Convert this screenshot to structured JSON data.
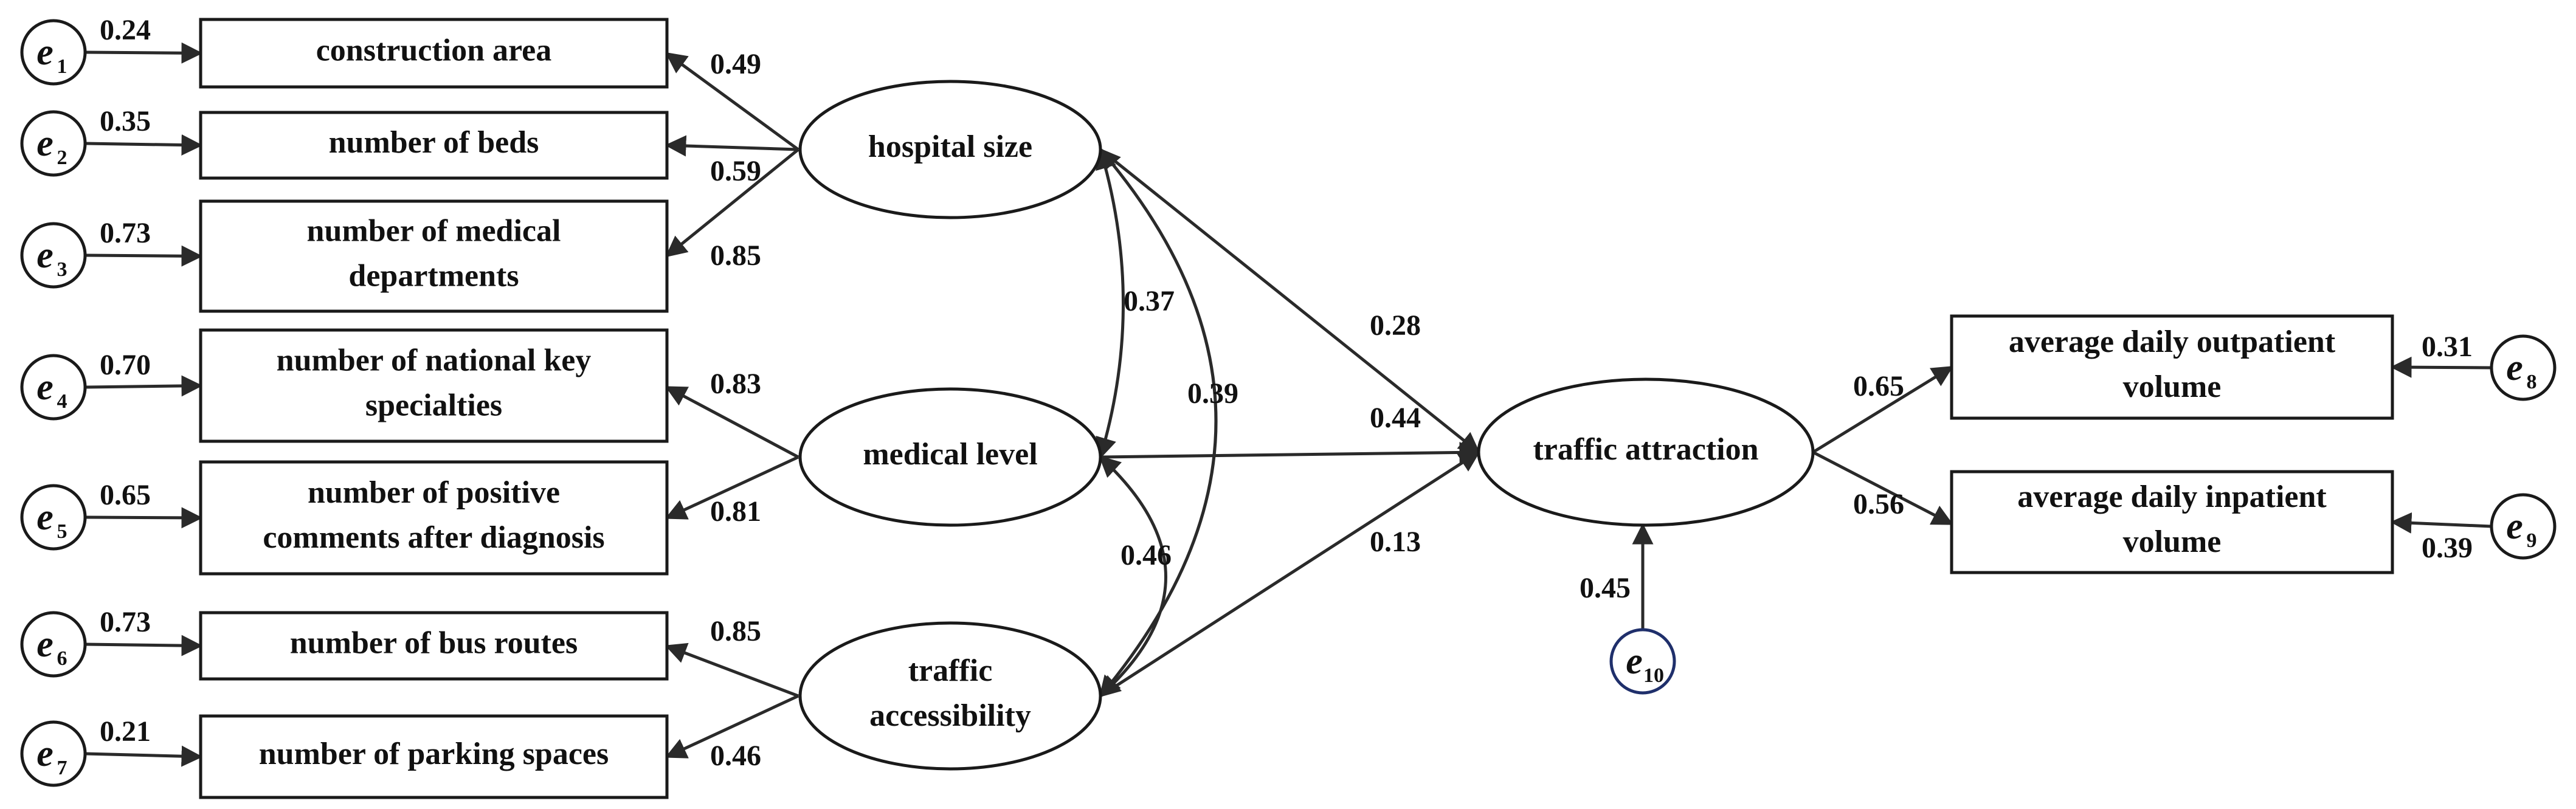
{
  "observed": [
    {
      "id": "construction_area",
      "lines": [
        "construction area"
      ]
    },
    {
      "id": "number_of_beds",
      "lines": [
        "number of beds"
      ]
    },
    {
      "id": "medical_departments",
      "lines": [
        "number of medical",
        "departments"
      ]
    },
    {
      "id": "key_specialties",
      "lines": [
        "number of national key",
        "specialties"
      ]
    },
    {
      "id": "positive_comments",
      "lines": [
        "number of positive",
        "comments after diagnosis"
      ]
    },
    {
      "id": "bus_routes",
      "lines": [
        "number of bus routes"
      ]
    },
    {
      "id": "parking_spaces",
      "lines": [
        "number of parking spaces"
      ]
    },
    {
      "id": "outpatient_volume",
      "lines": [
        "average daily outpatient",
        "volume"
      ]
    },
    {
      "id": "inpatient_volume",
      "lines": [
        "average daily inpatient",
        "volume"
      ]
    }
  ],
  "latent": [
    {
      "id": "hospital_size",
      "lines": [
        "hospital size"
      ]
    },
    {
      "id": "medical_level",
      "lines": [
        "medical level"
      ]
    },
    {
      "id": "traffic_accessibility",
      "lines": [
        "traffic",
        "accessibility"
      ]
    },
    {
      "id": "traffic_attraction",
      "lines": [
        "traffic attraction"
      ]
    }
  ],
  "errors": [
    {
      "id": "e1",
      "letter": "e",
      "sub": "1",
      "coef": "0.24"
    },
    {
      "id": "e2",
      "letter": "e",
      "sub": "2",
      "coef": "0.35"
    },
    {
      "id": "e3",
      "letter": "e",
      "sub": "3",
      "coef": "0.73"
    },
    {
      "id": "e4",
      "letter": "e",
      "sub": "4",
      "coef": "0.70"
    },
    {
      "id": "e5",
      "letter": "e",
      "sub": "5",
      "coef": "0.65"
    },
    {
      "id": "e6",
      "letter": "e",
      "sub": "6",
      "coef": "0.73"
    },
    {
      "id": "e7",
      "letter": "e",
      "sub": "7",
      "coef": "0.21"
    },
    {
      "id": "e8",
      "letter": "e",
      "sub": "8",
      "coef": "0.31"
    },
    {
      "id": "e9",
      "letter": "e",
      "sub": "9",
      "coef": "0.39"
    },
    {
      "id": "e10",
      "letter": "e",
      "sub": "10",
      "coef": "0.45"
    }
  ],
  "loadings": [
    {
      "from": "hospital_size",
      "to": "construction_area",
      "value": "0.49"
    },
    {
      "from": "hospital_size",
      "to": "number_of_beds",
      "value": "0.59"
    },
    {
      "from": "hospital_size",
      "to": "medical_departments",
      "value": "0.85"
    },
    {
      "from": "medical_level",
      "to": "key_specialties",
      "value": "0.83"
    },
    {
      "from": "medical_level",
      "to": "positive_comments",
      "value": "0.81"
    },
    {
      "from": "traffic_accessibility",
      "to": "bus_routes",
      "value": "0.85"
    },
    {
      "from": "traffic_accessibility",
      "to": "parking_spaces",
      "value": "0.46"
    },
    {
      "from": "traffic_attraction",
      "to": "outpatient_volume",
      "value": "0.65"
    },
    {
      "from": "traffic_attraction",
      "to": "inpatient_volume",
      "value": "0.56"
    }
  ],
  "correlations": [
    {
      "a": "hospital_size",
      "b": "medical_level",
      "value": "0.37"
    },
    {
      "a": "hospital_size",
      "b": "traffic_accessibility",
      "value": "0.39"
    },
    {
      "a": "medical_level",
      "b": "traffic_accessibility",
      "value": "0.46"
    }
  ],
  "paths": [
    {
      "from": "hospital_size",
      "to": "traffic_attraction",
      "value": "0.28"
    },
    {
      "from": "medical_level",
      "to": "traffic_attraction",
      "value": "0.44"
    },
    {
      "from": "traffic_accessibility",
      "to": "traffic_attraction",
      "value": "0.13"
    }
  ],
  "colors": {
    "line": "#2a2a2a",
    "text": "#111111",
    "e10_border": "#1f2f6b"
  }
}
